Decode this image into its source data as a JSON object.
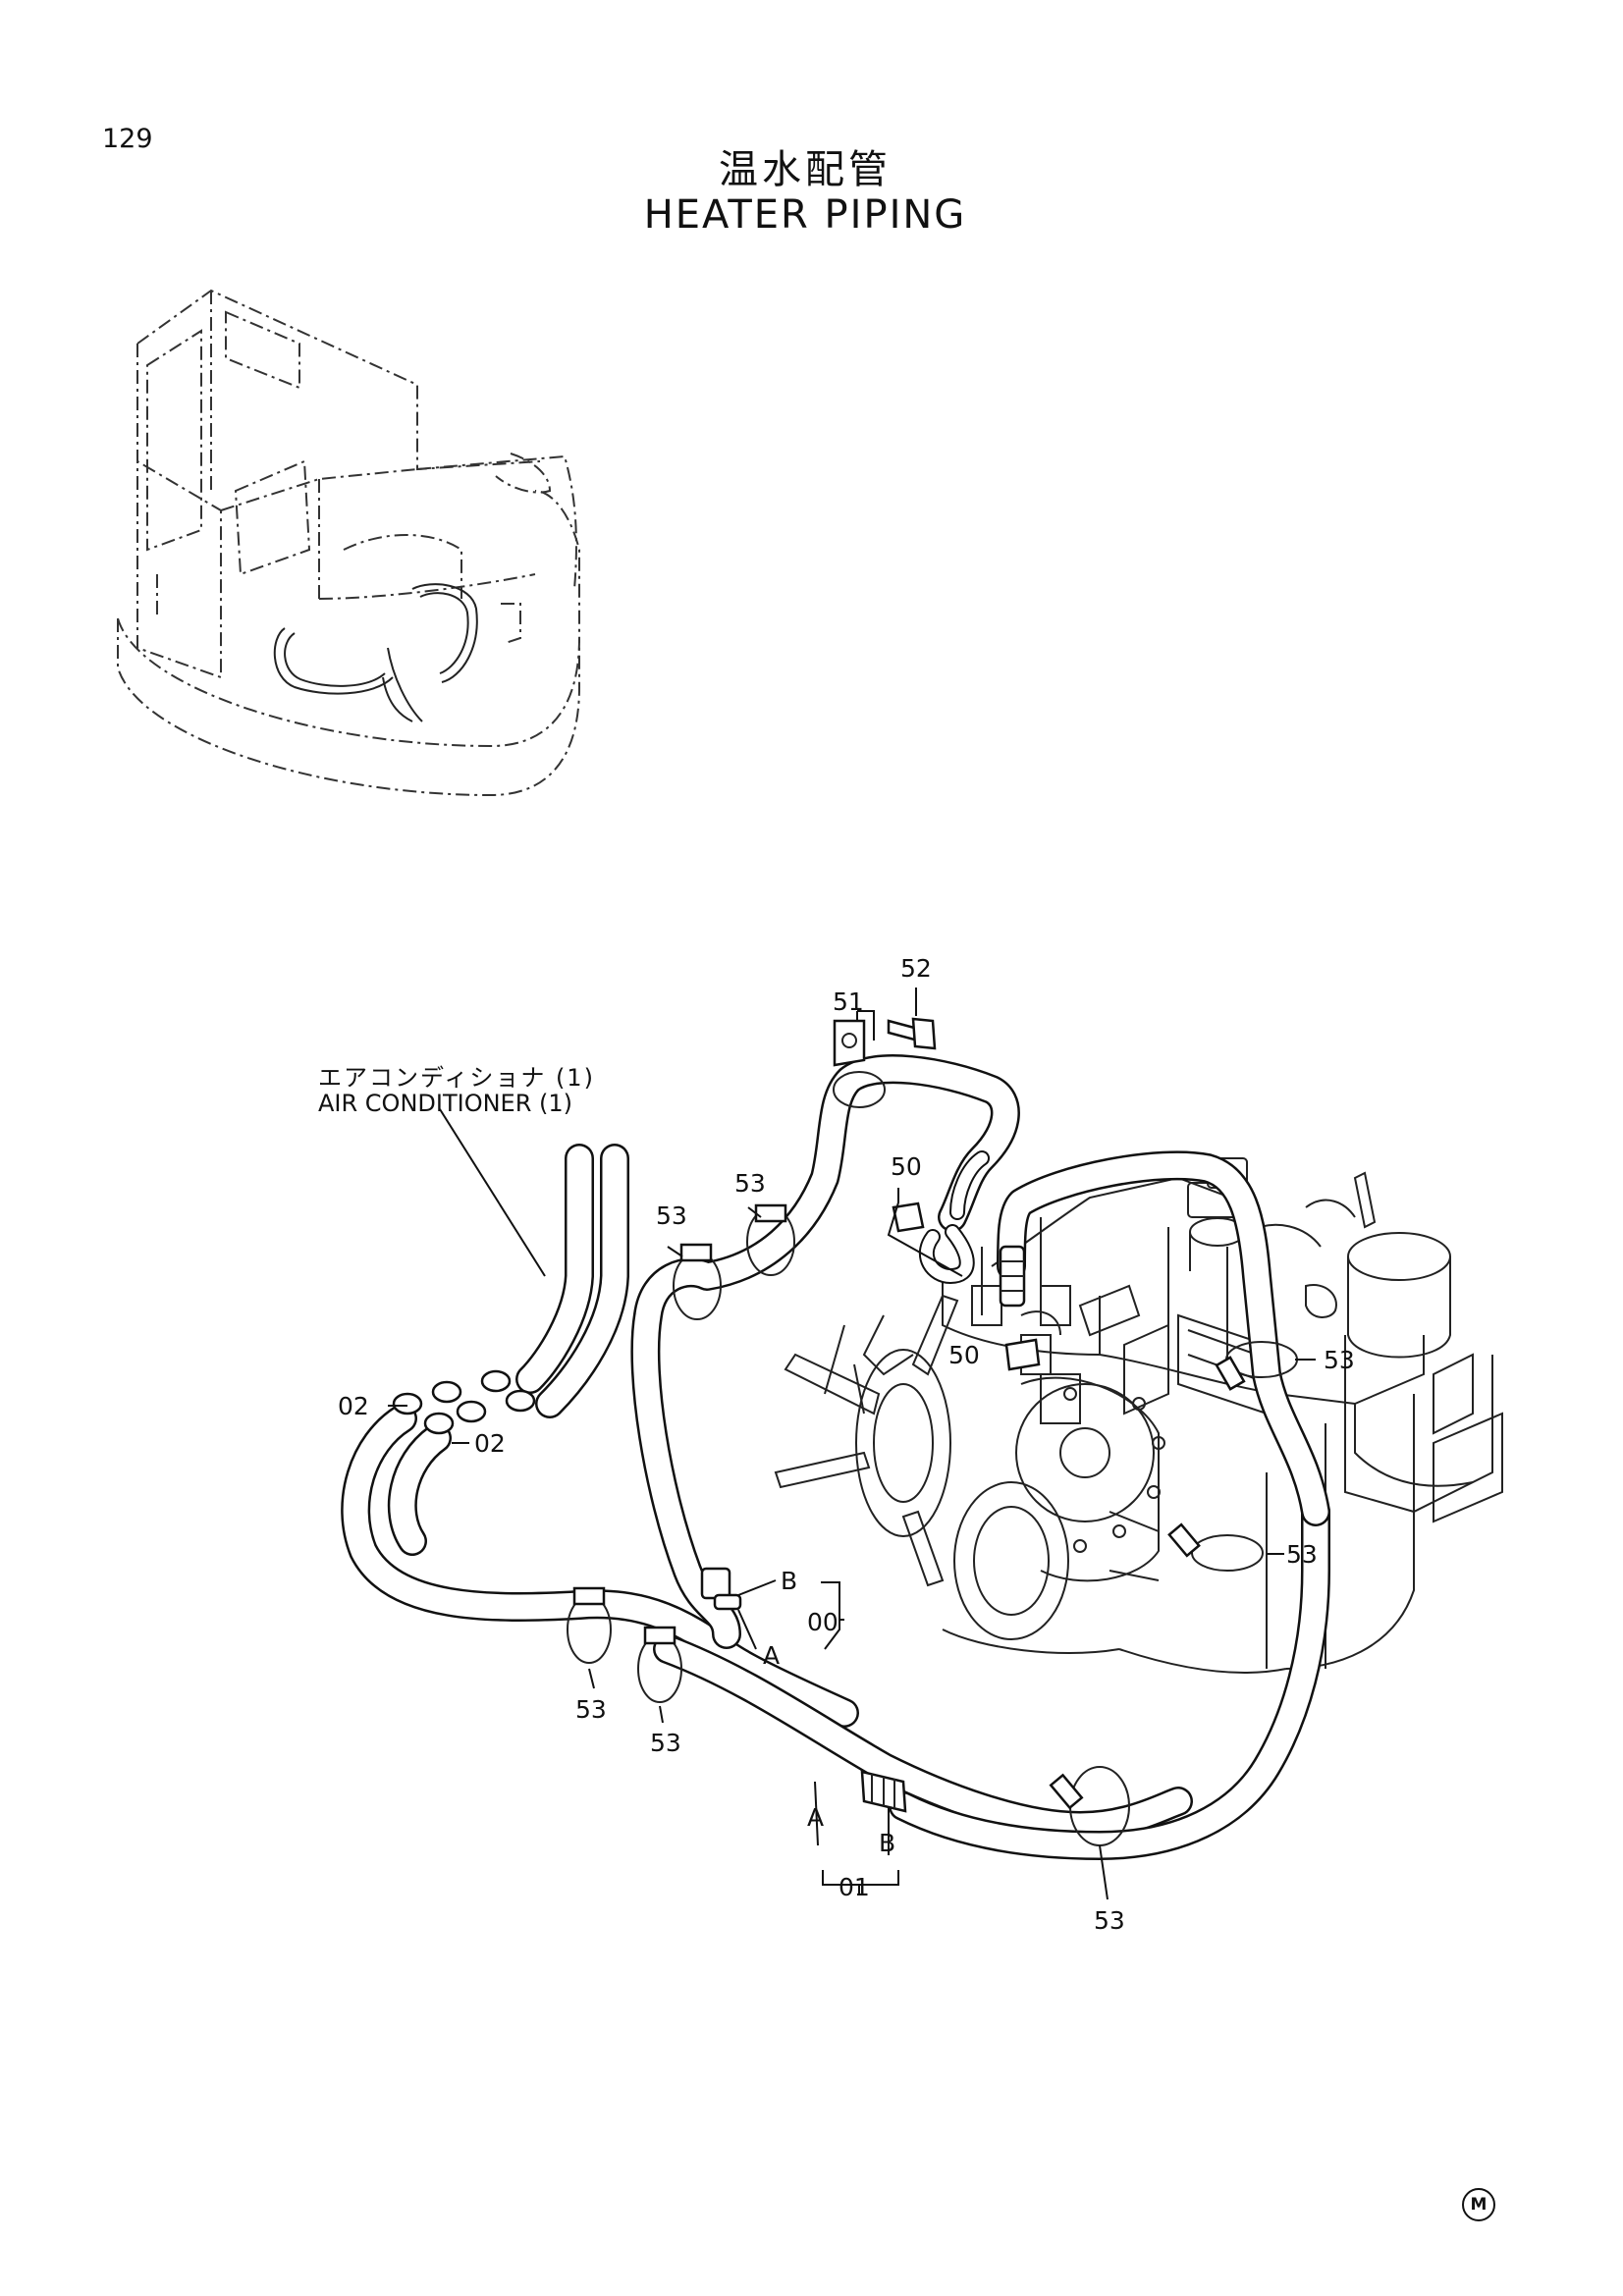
{
  "page": {
    "number": "129"
  },
  "title": {
    "japanese": "温水配管",
    "english": "HEATER PIPING"
  },
  "air_conditioner": {
    "japanese": "エアコンディショナ (1)",
    "english": "AIR CONDITIONER (1)"
  },
  "callouts": {
    "c52": "52",
    "c51": "51",
    "c50a": "50",
    "c50b": "50",
    "c53a": "53",
    "c53b": "53",
    "c53c": "53",
    "c53d": "53",
    "c53e": "53",
    "c53f": "53",
    "c53g": "53",
    "c02a": "02",
    "c02b": "02",
    "b_upper": "B",
    "a_upper": "A",
    "c00": "00",
    "a_lower": "A",
    "b_lower": "B",
    "c01": "01"
  },
  "footer": {
    "mark": "M"
  }
}
